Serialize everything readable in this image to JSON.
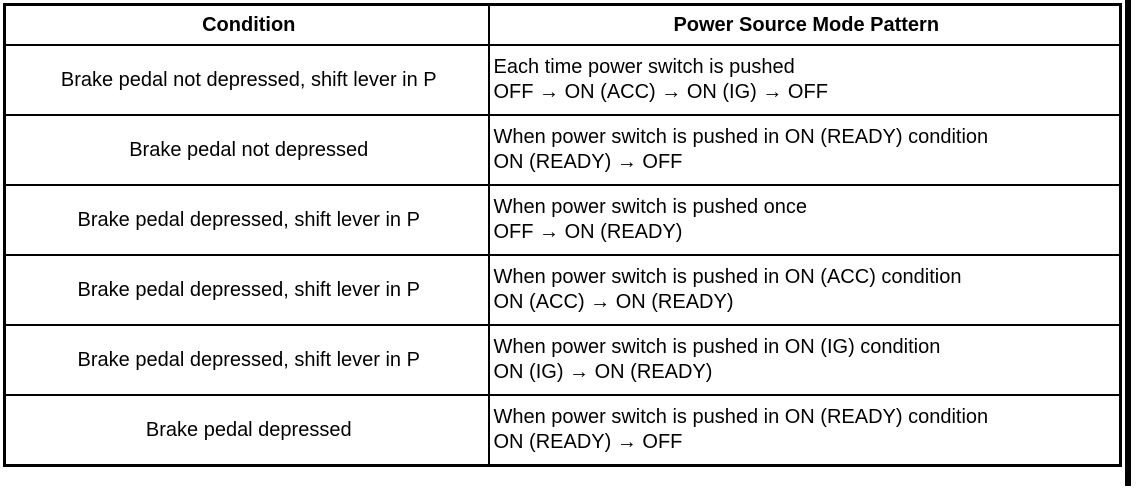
{
  "table": {
    "headers": {
      "condition": "Condition",
      "pattern": "Power Source Mode Pattern"
    },
    "rows": [
      {
        "condition": "Brake pedal not depressed, shift lever in P",
        "pattern_line1": "Each time power switch is pushed",
        "pattern_line2": "OFF → ON (ACC) → ON (IG) → OFF"
      },
      {
        "condition": "Brake pedal not depressed",
        "pattern_line1": "When power switch is pushed in ON (READY) condition",
        "pattern_line2": "ON (READY) → OFF"
      },
      {
        "condition": "Brake pedal depressed, shift lever in P",
        "pattern_line1": "When power switch is pushed once",
        "pattern_line2": "OFF → ON (READY)"
      },
      {
        "condition": "Brake pedal depressed, shift lever in P",
        "pattern_line1": "When power switch is pushed in ON (ACC) condition",
        "pattern_line2": "ON (ACC) → ON (READY)"
      },
      {
        "condition": "Brake pedal depressed, shift lever in P",
        "pattern_line1": "When power switch is pushed in ON (IG) condition",
        "pattern_line2": "ON (IG) → ON (READY)"
      },
      {
        "condition": "Brake pedal depressed",
        "pattern_line1": "When power switch is pushed in ON (READY) condition",
        "pattern_line2": "ON (READY) → OFF"
      }
    ]
  }
}
